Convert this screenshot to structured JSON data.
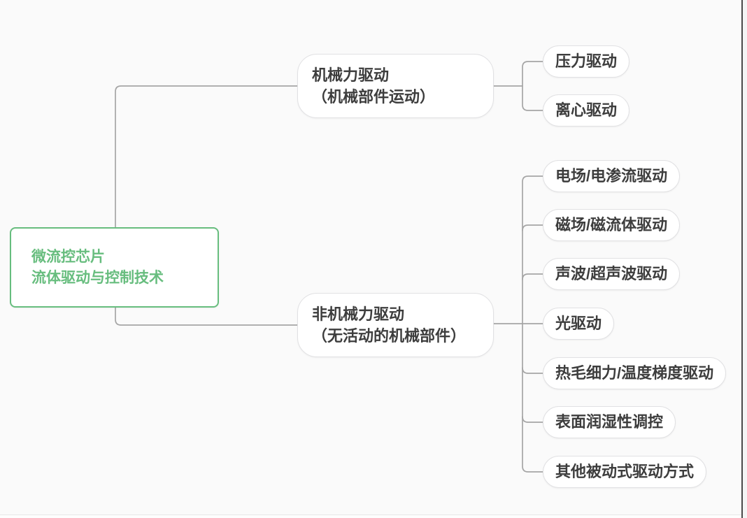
{
  "colors": {
    "background": "#fafafa",
    "node_fill": "#ffffff",
    "node_border": "#e1e1e3",
    "connector_line": "#a5a5a5",
    "text_dark": "#3d3d3d",
    "accent_green": "#67bd7e",
    "window_edge_dark": "#4a4a4a"
  },
  "mindmap": {
    "root": {
      "lines": [
        "微流控芯片",
        "流体驱动与控制技术"
      ]
    },
    "branches": [
      {
        "lines": [
          "机械力驱动",
          "（机械部件运动）"
        ],
        "children": [
          "压力驱动",
          "离心驱动"
        ]
      },
      {
        "lines": [
          "非机械力驱动",
          "（无活动的机械部件）"
        ],
        "children": [
          "电场/电渗流驱动",
          "磁场/磁流体驱动",
          "声波/超声波驱动",
          "光驱动",
          "热毛细力/温度梯度驱动",
          "表面润湿性调控",
          "其他被动式驱动方式"
        ]
      }
    ]
  }
}
